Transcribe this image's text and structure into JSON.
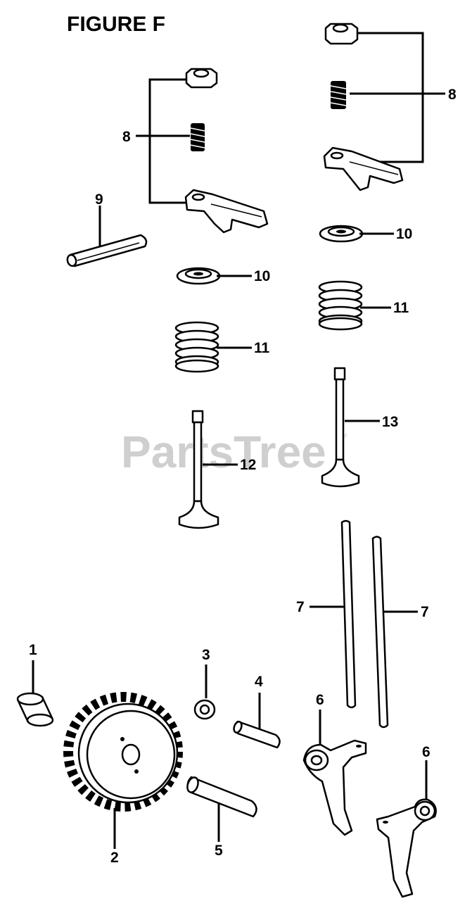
{
  "title": "FIGURE F",
  "watermark": "PartsTree",
  "watermark_mark": "TM",
  "callouts": {
    "c8_left": "8",
    "c8_right": "8",
    "c9": "9",
    "c10_left": "10",
    "c10_right": "10",
    "c11_left": "11",
    "c11_right": "11",
    "c12": "12",
    "c13": "13",
    "c7_left": "7",
    "c7_right": "7",
    "c1": "1",
    "c2": "2",
    "c3": "3",
    "c4": "4",
    "c5": "5",
    "c6_mid": "6",
    "c6_right": "6"
  }
}
